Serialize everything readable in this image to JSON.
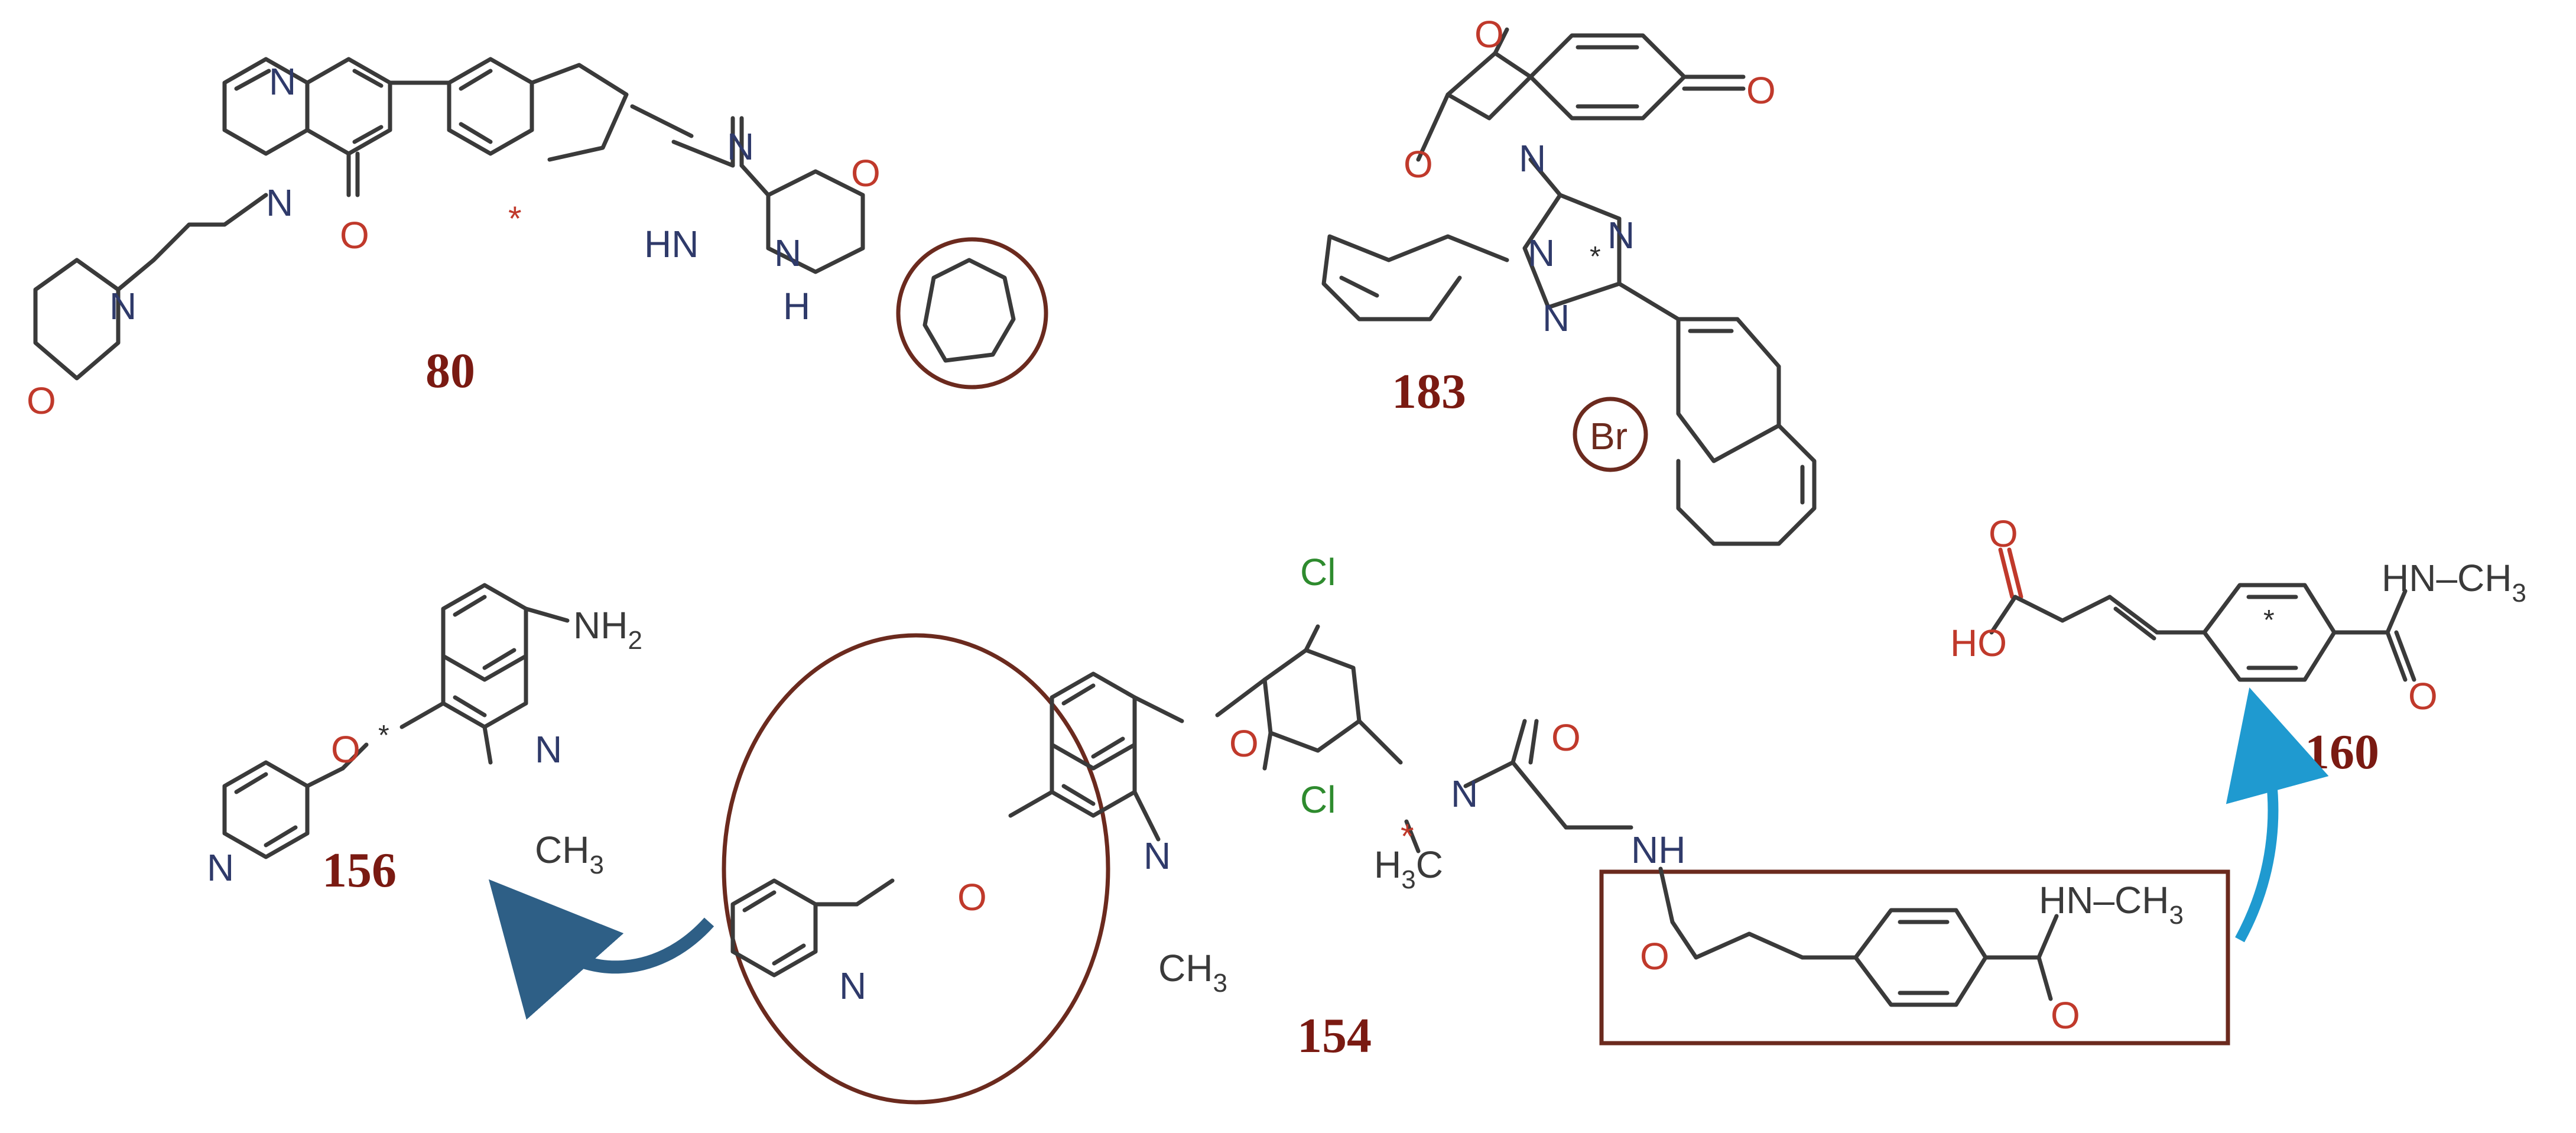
{
  "compounds": {
    "c80": {
      "label": "80"
    },
    "c183": {
      "label": "183"
    },
    "c156": {
      "label": "156"
    },
    "c154": {
      "label": "154"
    },
    "c160": {
      "label": "160"
    }
  },
  "atoms": {
    "N": "N",
    "O": "O",
    "HN": "HN",
    "H": "H",
    "Br": "Br",
    "Cl": "Cl",
    "NH2": "NH",
    "sub2": "2",
    "CH3": "CH",
    "sub3": "3",
    "HO": "HO",
    "NH": "NH",
    "HNdash": "HN–CH",
    "H3C": "H",
    "C": "C",
    "star": "*"
  },
  "colors": {
    "label": "#7a1a12",
    "highlight": "#6b2a1e",
    "arrow_left": "#2e5f86",
    "arrow_right": "#1f9ad0",
    "oxygen": "#c0392b",
    "nitrogen": "#2f3a6a",
    "chlorine": "#2e8b2e"
  }
}
